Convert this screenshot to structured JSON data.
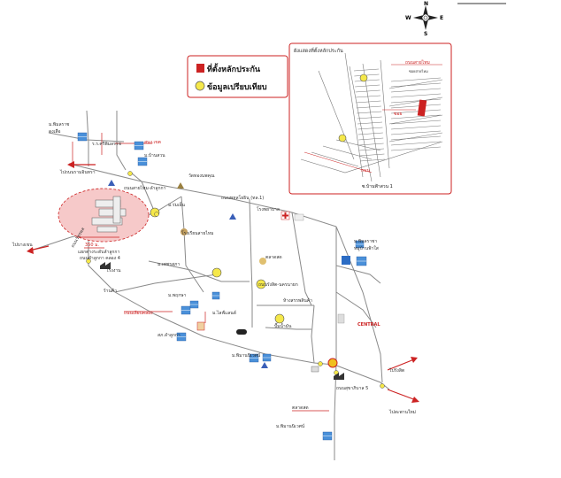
{
  "compass": {
    "north": "N",
    "south": "S",
    "east": "E",
    "west": "W"
  },
  "colors": {
    "road": "#8a8a8a",
    "accent": "#cc2222",
    "poi_yellow": "#f5e84a",
    "building_blue": "#4a90d9",
    "zone_fill": "#f6c9c9"
  },
  "legend": {
    "items": [
      {
        "icon": "red-square-icon",
        "label": "ที่ตั้งหลักประกัน"
      },
      {
        "icon": "yellow-circle-icon",
        "label": "ข้อมูลเปรียบเทียบ"
      }
    ]
  },
  "inset": {
    "title": "ผังแสดงที่ตั้งหลักประกัน",
    "labels": {
      "top_red": "ถนนสายไหม",
      "top_small": "ซอยสายไหม",
      "mid_red": "ซอย",
      "bottom_red": "ถนน",
      "bottom": "ซ.บ้านฟ้าสวน 1"
    }
  },
  "labels": {
    "nw_village": "ม.พิมลราช",
    "nw_village2": "ดงเสือ",
    "school": "ร.ร.ศรีพิมลราช",
    "district_office": "สนง.เขต",
    "temple": "วัดทองนพคุณ",
    "hospital_road": "ถนนสายไหม-ลำลูกกา",
    "main_road": "ถนนพหลโยธิน (ทล.1)",
    "left_road": "ถนนวัชรพล",
    "to_left": "ไปถนนรามอินทรา",
    "to_left2": "ไปบางเขน",
    "hospital": "โรงพยาบาล",
    "dist_marker": "350 ม.",
    "target_note": "แยกต่างระดับลำลูกกา",
    "target_note2": "ถนนลำลูกกา คลอง 4",
    "center_school": "โรงเรียนสายไหม",
    "village_a": "ม.เพชรสุภา",
    "central_road": "ถนนรังสิต-นครนายก",
    "village_b": "ม.พฤกษา",
    "village_c": "ม.ไลฟ์แลนด์",
    "factory": "โรงงาน",
    "south_road": "ถนนเลียบคลอง",
    "central_sign": "CENTRAL",
    "market": "ตลาดสด",
    "to_right": "ไปรังสิต",
    "to_right2": "ไปสะพานใหม่",
    "bottom_village": "ม.พิมานนิเวศน์",
    "bottom_road": "ถนนสุขาภิบาล 5",
    "village_d": "ม.บ้านสวน",
    "village_e": "ม.ร่มเย็น",
    "right_village": "ม.พิมลราชา",
    "right_village2": "หมู่บ้านฟ้าใส",
    "gas_station": "ปั๊มน้ำมัน",
    "shop": "ร้านค้า",
    "mall": "ห้างสรรพสินค้า",
    "police": "สภ.ลำลูกกา"
  }
}
